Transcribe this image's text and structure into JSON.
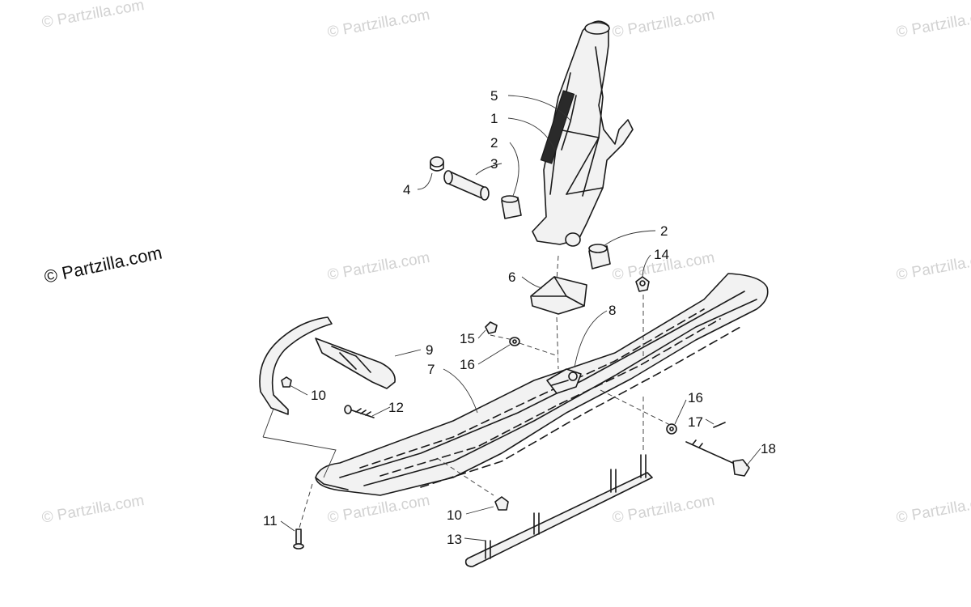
{
  "watermarks": {
    "small": "© Partzilla.com",
    "main": "© Partzilla.com"
  },
  "callouts": {
    "c5": "5",
    "c1": "1",
    "c2a": "2",
    "c3": "3",
    "c4": "4",
    "c2b": "2",
    "c14": "14",
    "c6": "6",
    "c8": "8",
    "c15": "15",
    "c16a": "16",
    "c9": "9",
    "c7": "7",
    "c10a": "10",
    "c12": "12",
    "c16b": "16",
    "c17": "17",
    "c18": "18",
    "c11": "11",
    "c10b": "10",
    "c13": "13"
  },
  "colors": {
    "line": "#1a1a1a",
    "watermark": "#d2d2d2",
    "background": "#ffffff"
  }
}
